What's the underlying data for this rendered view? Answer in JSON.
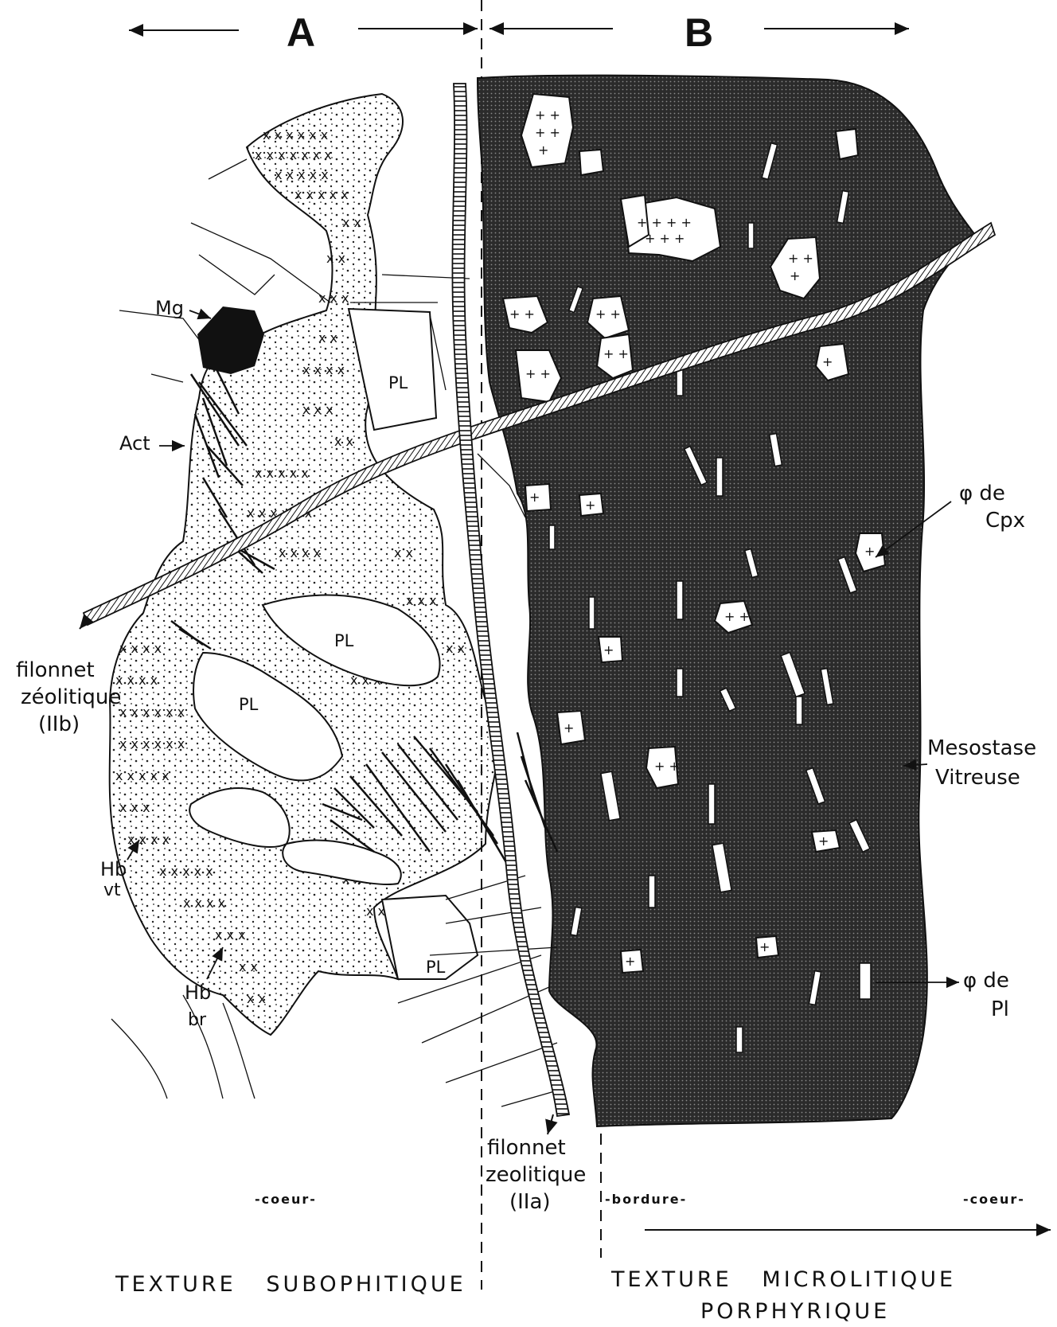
{
  "header": {
    "zone_a": "A",
    "zone_b": "B"
  },
  "minerals": {
    "mg": "Mg",
    "act": "Act",
    "pl": "PL",
    "hb_vt_1": "Hb",
    "hb_vt_2": "vt",
    "hb_br_1": "Hb",
    "hb_br_2": "br"
  },
  "annotations": {
    "vein_b_1": "filonnet",
    "vein_b_2": "zéolitique",
    "vein_b_3": "(IIb)",
    "vein_a_1": "filonnet",
    "vein_a_2": "zeolitique",
    "vein_a_3": "(IIa)",
    "cpx_1": "φ de",
    "cpx_2": "Cpx",
    "mesostase_1": "Mesostase",
    "mesostase_2": "Vitreuse",
    "pl_pheno_1": "φ de",
    "pl_pheno_2": "Pl"
  },
  "scale_labels": {
    "coeur_left": "-coeur-",
    "bordure": "-bordure-",
    "coeur_right": "-coeur-"
  },
  "captions": {
    "left": "TEXTURE   SUBOPHITIQUE",
    "right_1": "TEXTURE   MICROLITIQUE",
    "right_2": "PORPHYRIQUE"
  },
  "colors": {
    "ink": "#111111",
    "matrix": "#2b2b2b"
  }
}
